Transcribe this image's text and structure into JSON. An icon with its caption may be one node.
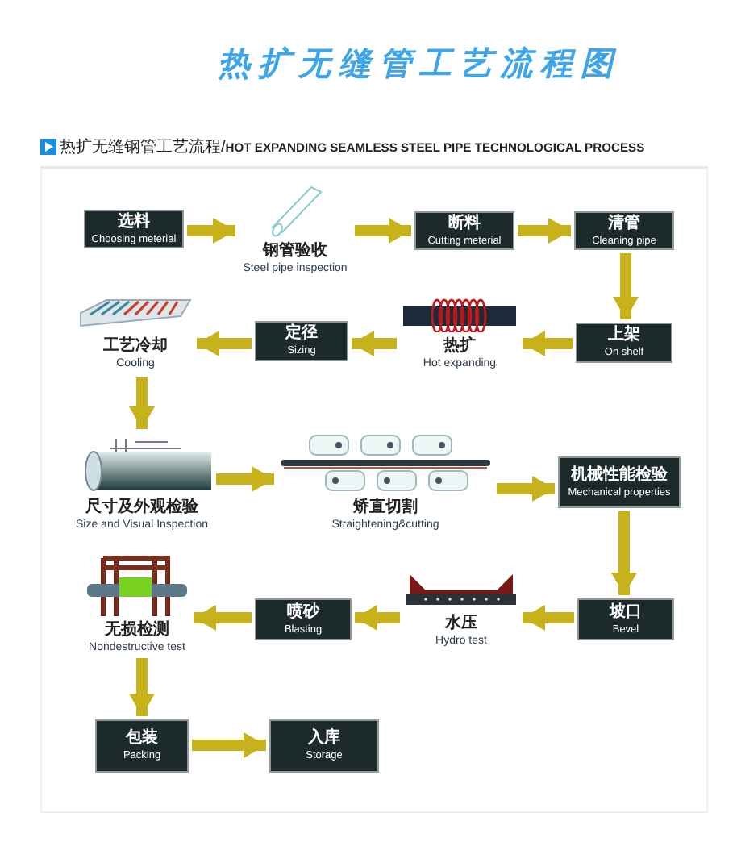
{
  "diagram": {
    "title": "热扩无缝管工艺流程图",
    "nodes": [
      {
        "text": [
          "选料",
          "Choosing meterial"
        ]
      },
      {
        "text": [
          "钢管验收",
          "Steel pipe inspection"
        ]
      },
      {
        "text": [
          "断料",
          "Cutting meterial"
        ]
      },
      {
        "text": [
          "清管",
          "Cleaning pipe"
        ]
      },
      {
        "text": [
          "上架",
          "On shelf"
        ]
      },
      {
        "text": [
          "热扩",
          "Hot expanding"
        ]
      },
      {
        "text": [
          "定径",
          "Sizing"
        ]
      },
      {
        "text": [
          "工艺冷却",
          "Cooling"
        ]
      },
      {
        "text": [
          "尺寸及外观检验",
          "Size and Visual Inspection"
        ]
      },
      {
        "text": [
          "矫直切割",
          "Straightening&cutting"
        ]
      },
      {
        "text": [
          "机械性能检验",
          "Mechanical properties"
        ]
      },
      {
        "text": [
          "坡口",
          "Bevel"
        ]
      },
      {
        "text": [
          "水压",
          "Hydro test"
        ]
      },
      {
        "text": [
          "喷砂",
          "Blasting"
        ]
      },
      {
        "text": [
          "无损检测",
          "Nondestructive test"
        ]
      },
      {
        "text": [
          "包装",
          "Packing"
        ]
      },
      {
        "text": [
          "入库",
          "Storage"
        ]
      }
    ],
    "edges": [
      {
        "from": 0,
        "to": 1,
        "arrow": "to"
      },
      {
        "from": 1,
        "to": 2,
        "arrow": "to"
      },
      {
        "from": 2,
        "to": 3,
        "arrow": "to"
      },
      {
        "from": 3,
        "to": 4,
        "arrow": "to"
      },
      {
        "from": 4,
        "to": 5,
        "arrow": "to"
      },
      {
        "from": 5,
        "to": 6,
        "arrow": "to"
      },
      {
        "from": 6,
        "to": 7,
        "arrow": "to"
      },
      {
        "from": 7,
        "to": 8,
        "arrow": "to"
      },
      {
        "from": 8,
        "to": 9,
        "arrow": "to"
      },
      {
        "from": 9,
        "to": 10,
        "arrow": "to"
      },
      {
        "from": 10,
        "to": 11,
        "arrow": "to"
      },
      {
        "from": 11,
        "to": 12,
        "arrow": "to"
      },
      {
        "from": 12,
        "to": 13,
        "arrow": "to"
      },
      {
        "from": 13,
        "to": 14,
        "arrow": "to"
      },
      {
        "from": 14,
        "to": 15,
        "arrow": "to"
      },
      {
        "from": 15,
        "to": 16,
        "arrow": "to"
      }
    ],
    "labels": [
      "热扩无缝钢管工艺流程/**HOT EXPANDING SEAMLESS STEEL PIPE TECHNOLOGICAL PROCESS**"
    ]
  }
}
